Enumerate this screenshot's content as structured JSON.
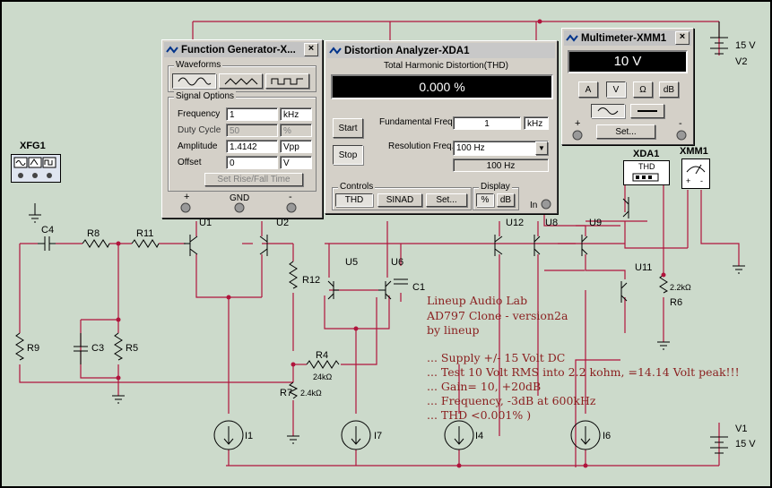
{
  "colors": {
    "wire": "#b0143c",
    "background": "#ccdacb",
    "note": "#8a1f1f"
  },
  "instrument_labels": {
    "xfg": "XFG1",
    "xda": "XDA1",
    "xmm": "XMM1",
    "thd_tag": "THD"
  },
  "components": {
    "c4": "C4",
    "r8": "R8",
    "r11": "R11",
    "r9": "R9",
    "c3": "C3",
    "r5": "R5",
    "u1": "U1",
    "u2": "U2",
    "r12": "R12",
    "u5": "U5",
    "u6": "U6",
    "c1": "C1",
    "u12": "U12",
    "u8": "U8",
    "u9": "U9",
    "u11": "U11",
    "r6": "R6",
    "r6_val": "2.2kΩ",
    "r4": "R4",
    "r4_val": "24kΩ",
    "r7": "R7",
    "r7_val": "2.4kΩ",
    "i1": "I1",
    "i7": "I7",
    "i4": "I4",
    "i6": "I6",
    "v1": "V1",
    "v1_val": "15 V",
    "v2": "V2",
    "v2_val": "15 V"
  },
  "notes": {
    "line1": "Lineup Audio Lab",
    "line2": "AD797 Clone - version2a",
    "line3": "by lineup",
    "line4": "... Supply +/- 15 Volt DC",
    "line5": "... Test 10 Volt RMS into 2.2 kohm, =14.14 Volt peak!!!",
    "line6": "... Gain= 10, +20dB",
    "line7": "... Frequency, -3dB at 600kHz",
    "line8": "... THD <0.001% )"
  },
  "function_generator": {
    "title": "Function Generator-X...",
    "waveforms_label": "Waveforms",
    "waveform_icons": [
      "sine-wave-icon",
      "triangle-wave-icon",
      "square-wave-icon"
    ],
    "signal_options_label": "Signal Options",
    "frequency_label": "Frequency",
    "frequency_value": "1",
    "frequency_unit": "kHz",
    "duty_label": "Duty Cycle",
    "duty_value": "50",
    "duty_unit": "%",
    "amplitude_label": "Amplitude",
    "amplitude_value": "1.4142",
    "amplitude_unit": "Vpp",
    "offset_label": "Offset",
    "offset_value": "0",
    "offset_unit": "V",
    "rise_fall_label": "Set Rise/Fall Time",
    "term_plus": "+",
    "term_gnd": "GND",
    "term_minus": "-"
  },
  "distortion_analyzer": {
    "title": "Distortion Analyzer-XDA1",
    "header": "Total Harmonic Distortion(THD)",
    "reading": "0.000 %",
    "start_label": "Start",
    "stop_label": "Stop",
    "fund_freq_label": "Fundamental Freq.",
    "fund_freq_value": "1",
    "fund_freq_unit": "kHz",
    "res_freq_label": "Resolution Freq.",
    "res_freq_value": "100 Hz",
    "res_freq_readout": "100 Hz",
    "controls_label": "Controls",
    "thd_btn": "THD",
    "sinad_btn": "SINAD",
    "set_btn": "Set...",
    "display_label": "Display",
    "pct_btn": "%",
    "db_btn": "dB",
    "in_label": "In"
  },
  "multimeter": {
    "title": "Multimeter-XMM1",
    "reading": "10 V",
    "buttons": [
      "A",
      "V",
      "Ω",
      "dB"
    ],
    "set_btn": "Set...",
    "term_plus": "+",
    "term_minus": "-"
  }
}
